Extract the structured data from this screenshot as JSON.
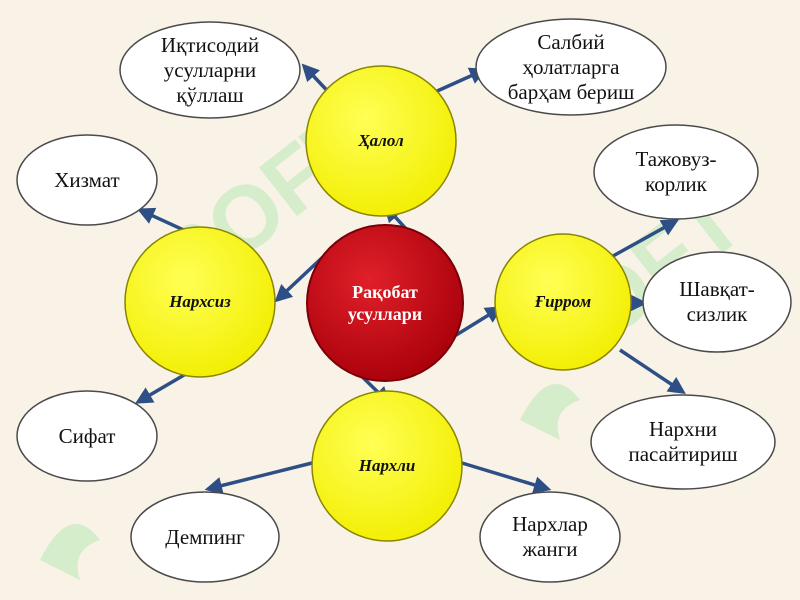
{
  "colors": {
    "background": "#f8f3e6",
    "center_fill": "#c8000e",
    "hub_fill": "#ffff00",
    "leaf_fill": "#ffffff",
    "arrow": "#2e4f86",
    "watermark": "#b9e7b5"
  },
  "center": {
    "label": "Рақобат\nусуллари"
  },
  "hubs": {
    "halol": {
      "label": "Ҳалол"
    },
    "narxsiz": {
      "label": "Нархсиз"
    },
    "girrom": {
      "label": "Ғирром"
    },
    "narxli": {
      "label": "Нархли"
    }
  },
  "leaves": {
    "iqtisodiy": {
      "label": "Иқтисодий\nусулларни\nқўллаш"
    },
    "salbiy": {
      "label": "Салбий\nҳолатларга\nбарҳам бериш"
    },
    "xizmat": {
      "label": "Хизмат"
    },
    "sifat": {
      "label": "Сифат"
    },
    "tajovuz": {
      "label": "Тажовуз-\nкорлик"
    },
    "shavqat": {
      "label": "Шавқат-\nсизлик"
    },
    "narxni": {
      "label": "Нархни\nпасайтириш"
    },
    "demping": {
      "label": "Демпинг"
    },
    "narxlar": {
      "label": "Нархлар\nжанги"
    }
  },
  "watermark": {
    "icon": "soft-logo-icon"
  }
}
